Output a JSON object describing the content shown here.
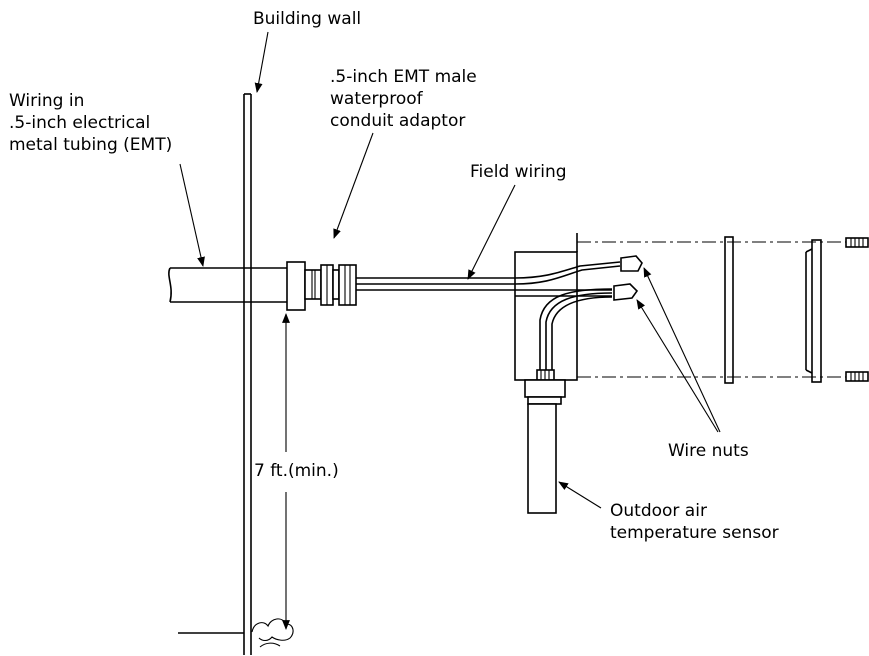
{
  "labels": {
    "building_wall": "Building wall",
    "emt_wiring": [
      "Wiring in",
      ".5-inch electrical",
      "metal tubing (EMT)"
    ],
    "adaptor": [
      ".5-inch EMT male",
      "waterproof",
      "conduit adaptor"
    ],
    "field_wiring": "Field wiring",
    "height": "7 ft.(min.)",
    "wire_nuts": "Wire nuts",
    "sensor": [
      "Outdoor air",
      "temperature sensor"
    ]
  }
}
